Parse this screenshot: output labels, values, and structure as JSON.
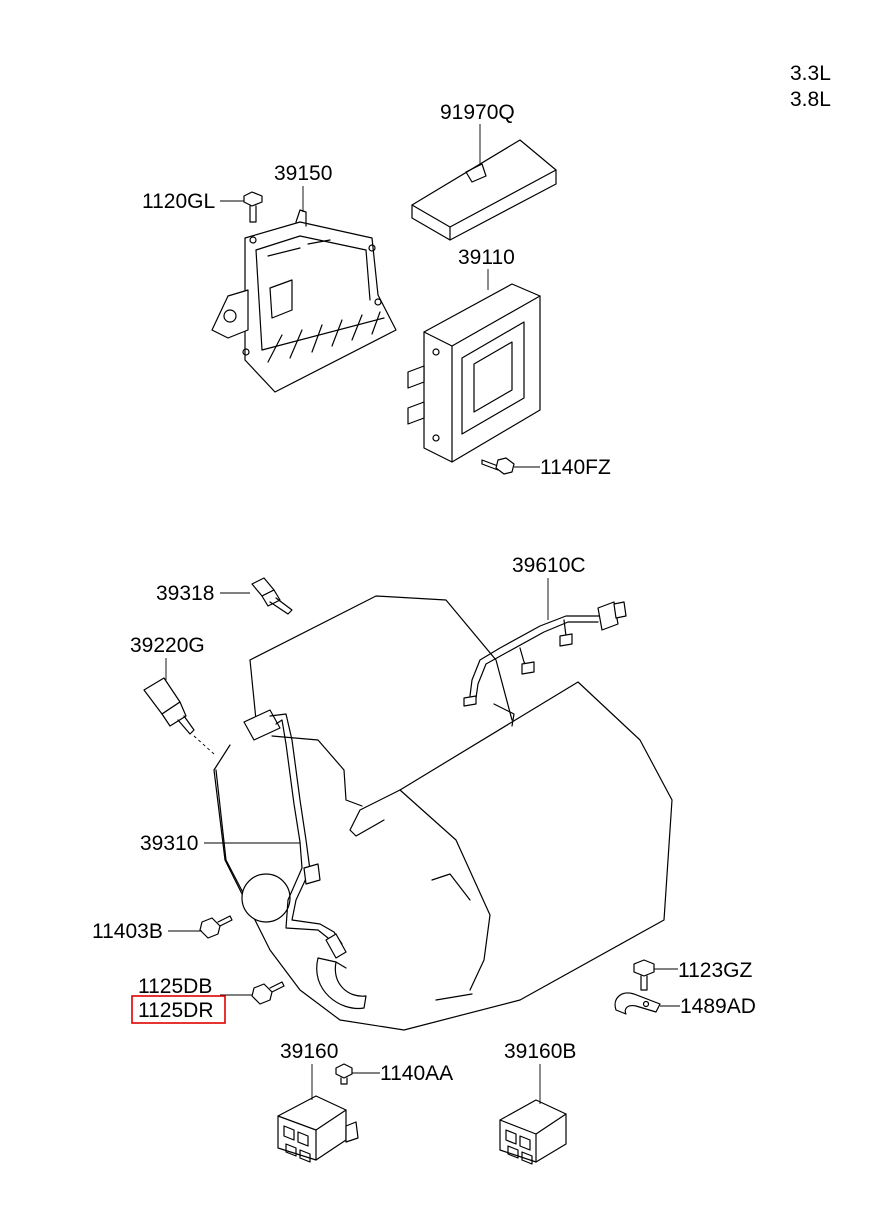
{
  "engine_tags": [
    "3.3L",
    "3.8L"
  ],
  "parts": {
    "p91970Q": "91970Q",
    "p39150": "39150",
    "p1120GL": "1120GL",
    "p39110": "39110",
    "p1140FZ": "1140FZ",
    "p39610C": "39610C",
    "p39318": "39318",
    "p39220G": "39220G",
    "p39310": "39310",
    "p11403B": "11403B",
    "p1123GZ": "1123GZ",
    "p1489AD": "1489AD",
    "p1125DB": "1125DB",
    "p1125DR": "1125DR",
    "p39160": "39160",
    "p1140AA": "1140AA",
    "p39160B": "39160B"
  },
  "highlight_color": "#e00000"
}
